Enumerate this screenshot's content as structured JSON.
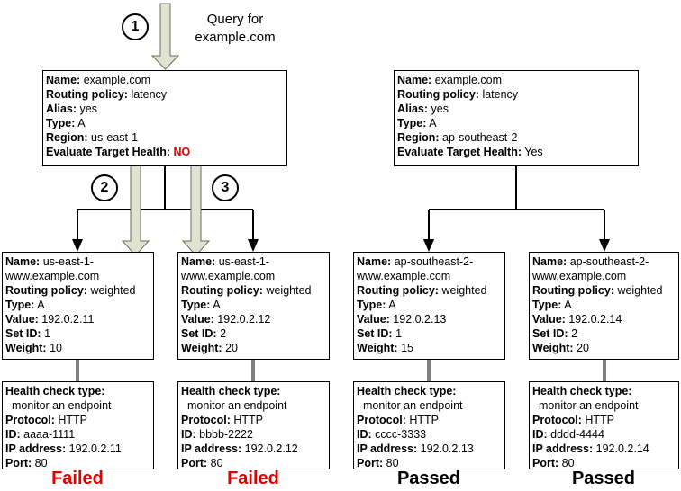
{
  "query_label_1": "Query for",
  "query_label_2": "example.com",
  "steps": [
    "1",
    "2",
    "3"
  ],
  "top_records": [
    {
      "rows": [
        {
          "label": "Name:",
          "value": " example.com"
        },
        {
          "label": "Routing policy:",
          "value": " latency"
        },
        {
          "label": "Alias:",
          "value": " yes"
        },
        {
          "label": "Type:",
          "value": " A"
        },
        {
          "label": "Region:",
          "value": " us-east-1"
        }
      ],
      "eth_label": "Evaluate Target Health:",
      "eth_value": " NO"
    },
    {
      "rows": [
        {
          "label": "Name:",
          "value": " example.com"
        },
        {
          "label": "Routing policy:",
          "value": " latency"
        },
        {
          "label": "Alias:",
          "value": " yes"
        },
        {
          "label": "Type:",
          "value": " A"
        },
        {
          "label": "Region:",
          "value": " ap-southeast-2"
        }
      ],
      "eth_label": "Evaluate Target Health:",
      "eth_value": " Yes"
    }
  ],
  "weighted_records": [
    {
      "name_label": "Name:",
      "name_1": " us-east-1-",
      "name_2": "www.example.com",
      "rows": [
        {
          "label": "Routing policy:",
          "value": " weighted"
        },
        {
          "label": "Type:",
          "value": " A"
        },
        {
          "label": "Value:",
          "value": " 192.0.2.11"
        },
        {
          "label": "Set ID:",
          "value": " 1"
        },
        {
          "label": "Weight:",
          "value": " 10"
        }
      ]
    },
    {
      "name_label": "Name:",
      "name_1": " us-east-1-",
      "name_2": "www.example.com",
      "rows": [
        {
          "label": "Routing policy:",
          "value": " weighted"
        },
        {
          "label": "Type:",
          "value": " A"
        },
        {
          "label": "Value:",
          "value": " 192.0.2.12"
        },
        {
          "label": "Set ID:",
          "value": " 2"
        },
        {
          "label": "Weight:",
          "value": " 20"
        }
      ]
    },
    {
      "name_label": "Name:",
      "name_1": " ap-southeast-2-",
      "name_2": "www.example.com",
      "rows": [
        {
          "label": "Routing policy:",
          "value": " weighted"
        },
        {
          "label": "Type:",
          "value": " A"
        },
        {
          "label": "Value:",
          "value": " 192.0.2.13"
        },
        {
          "label": "Set ID:",
          "value": " 1"
        },
        {
          "label": "Weight:",
          "value": " 15"
        }
      ]
    },
    {
      "name_label": "Name:",
      "name_1": " ap-southeast-2-",
      "name_2": "www.example.com",
      "rows": [
        {
          "label": "Routing policy:",
          "value": " weighted"
        },
        {
          "label": "Type:",
          "value": " A"
        },
        {
          "label": "Value:",
          "value": " 192.0.2.14"
        },
        {
          "label": "Set ID:",
          "value": " 2"
        },
        {
          "label": "Weight:",
          "value": " 20"
        }
      ]
    }
  ],
  "health_checks": [
    {
      "type_label": "Health check type:",
      "type_value": "monitor an endpoint",
      "rows": [
        {
          "label": "Protocol:",
          "value": " HTTP"
        },
        {
          "label": "ID:",
          "value": " aaaa-1111"
        },
        {
          "label": "IP address:",
          "value": " 192.0.2.11"
        },
        {
          "label": "Port:",
          "value": " 80"
        }
      ],
      "status": "Failed"
    },
    {
      "type_label": "Health check type:",
      "type_value": "monitor an endpoint",
      "rows": [
        {
          "label": "Protocol:",
          "value": " HTTP"
        },
        {
          "label": "ID:",
          "value": " bbbb-2222"
        },
        {
          "label": "IP address:",
          "value": " 192.0.2.12"
        },
        {
          "label": "Port:",
          "value": " 80"
        }
      ],
      "status": "Failed"
    },
    {
      "type_label": "Health check type:",
      "type_value": "monitor an endpoint",
      "rows": [
        {
          "label": "Protocol:",
          "value": " HTTP"
        },
        {
          "label": "ID:",
          "value": " cccc-3333"
        },
        {
          "label": "IP address:",
          "value": " 192.0.2.13"
        },
        {
          "label": "Port:",
          "value": " 80"
        }
      ],
      "status": "Passed"
    },
    {
      "type_label": "Health check type:",
      "type_value": "monitor an endpoint",
      "rows": [
        {
          "label": "Protocol:",
          "value": " HTTP"
        },
        {
          "label": "ID:",
          "value": " dddd-4444"
        },
        {
          "label": "IP address:",
          "value": " 192.0.2.14"
        },
        {
          "label": "Port:",
          "value": " 80"
        }
      ],
      "status": "Passed"
    }
  ],
  "colors": {
    "failed": "#e00000",
    "passed": "#000000",
    "flow_arrow_fill": "#dfe3d0",
    "health_link": "#808080"
  }
}
